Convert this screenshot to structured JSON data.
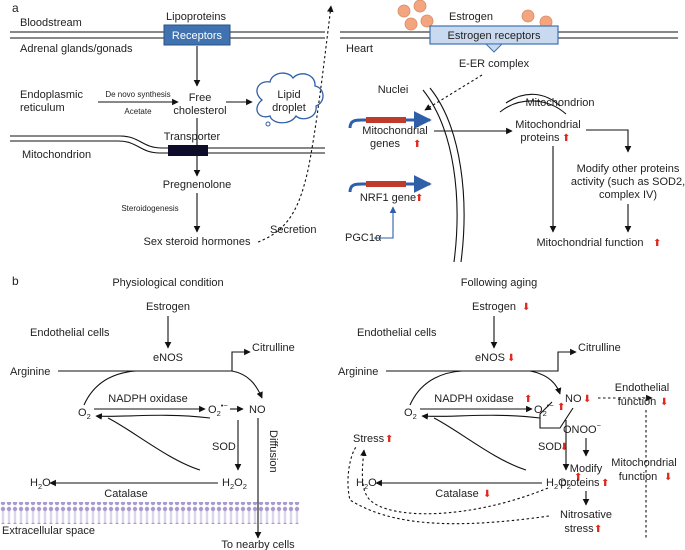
{
  "panel_a": {
    "label": "a",
    "bloodstream": "Bloodstream",
    "adrenal": "Adrenal glands/gonads",
    "lipoproteins": "Lipoproteins",
    "receptors": "Receptors",
    "er": [
      "Endoplasmic",
      "reticulum"
    ],
    "de_novo": "De novo synthesis",
    "acetate": "Acetate",
    "free_cholesterol": [
      "Free",
      "cholesterol"
    ],
    "lipid_droplet": [
      "Lipid",
      "droplet"
    ],
    "transporter": "Transporter",
    "mitochondrion": "Mitochondrion",
    "pregnenolone": "Pregnenolone",
    "steroidogenesis": "Steroidogenesis",
    "sex_steroid": "Sex steroid hormones",
    "secretion": "Secretion",
    "estrogen": "Estrogen",
    "estrogen_receptors": "Estrogen receptors",
    "heart": "Heart",
    "e_er_complex": "E-ER complex",
    "nuclei": "Nuclei",
    "mitochondrion_right": "Mitochondrion",
    "mito_genes": [
      "Mitochondrial",
      "genes"
    ],
    "mito_proteins": [
      "Mitochondrial",
      "proteins"
    ],
    "modify": [
      "Modify other proteins",
      "activity (such as SOD2,",
      "complex IV)"
    ],
    "nrf1": "NRF1 gene",
    "pgc1a": "PGC1α",
    "mito_function": "Mitochondrial function"
  },
  "panel_b": {
    "label": "b",
    "left": {
      "title": "Physiological condition",
      "estrogen": "Estrogen",
      "endothelial": "Endothelial cells",
      "enos": "eNOS",
      "citrulline": "Citrulline",
      "arginine": "Arginine",
      "o2": "O",
      "nadph": "NADPH oxidase",
      "superoxide": "O",
      "no": "NO",
      "sod": "SOD",
      "h2o": "H",
      "h2o2": "H",
      "catalase": "Catalase",
      "diffusion": "Diffusion",
      "extracellular": "Extracellular space",
      "to_nearby": "To nearby cells"
    },
    "right": {
      "title": "Following aging",
      "estrogen": "Estrogen",
      "endothelial": "Endothelial cells",
      "enos": "eNOS",
      "citrulline": "Citrulline",
      "arginine": "Arginine",
      "o2": "O",
      "nadph": "NADPH oxidase",
      "superoxide": "O",
      "no": "NO",
      "onoo": "ONOO",
      "endothelial_function": [
        "Endothelial",
        "function"
      ],
      "mito_function": [
        "Mitochondrial",
        "function"
      ],
      "stress": "Stress",
      "sod": "SOD",
      "h2o": "H",
      "h2o2": "H",
      "catalase": "Catalase",
      "modify": [
        "Modify",
        "proteins"
      ],
      "nitrosative": [
        "Nitrosative",
        "stress"
      ]
    }
  },
  "colors": {
    "receptor_fill": "#3f72af",
    "estrogen_receptor_fill": "#c9d9ef",
    "estrogen_receptor_stroke": "#3f72af",
    "estrogen_ball": "#f2a57f",
    "gene_red": "#c0392b",
    "gene_blue": "#2f5fa8",
    "up_arrow": "#e0281e",
    "membrane": "#a99bd0"
  }
}
